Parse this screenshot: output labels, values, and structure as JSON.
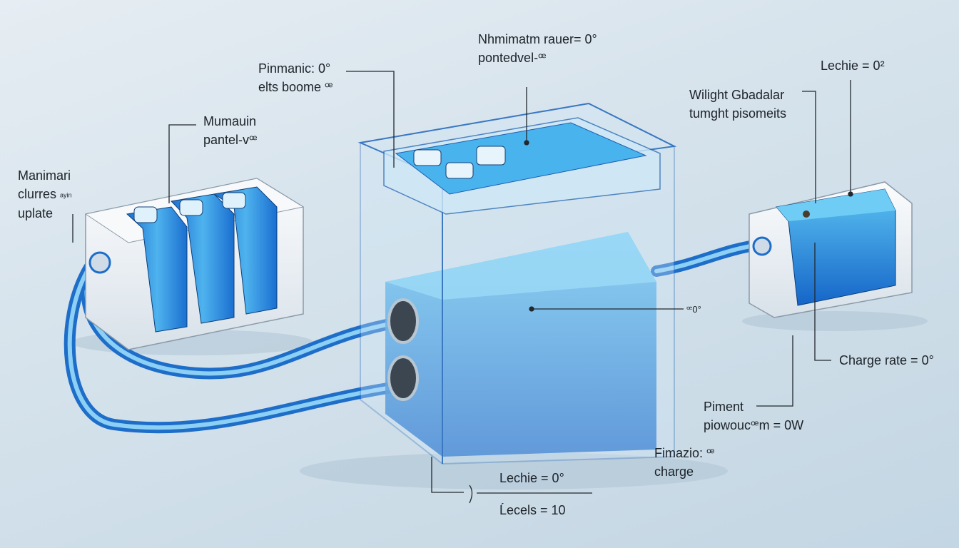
{
  "labels": {
    "top_center": {
      "line1": "Nhmimatm rauer= 0°",
      "line2": "pontedvel-ꟹ"
    },
    "top_left": {
      "line1": "Pinmanic: 0°",
      "line2": "elts boome ꟹ"
    },
    "left_module": {
      "line1": "Mumauin",
      "line2": "pantel-vꟹ"
    },
    "far_left": {
      "line1": "Manimari",
      "line2": "clurres",
      "line2_small": "ayin",
      "line3": "uplate"
    },
    "top_right": {
      "line1": "Lechie = 0²"
    },
    "right_upper": {
      "line1": "Wilight Gbadalar",
      "line2": "tumght pisomeits"
    },
    "water_level": {
      "line1": "ꟹ0°"
    },
    "charge_rate": {
      "line1": "Charge rate = 0°"
    },
    "piment": {
      "line1": "Piment",
      "line2": "piowoucꟹm = 0W"
    },
    "fimazio": {
      "line1": "Fimazio: ꟹ",
      "line2": "charge"
    },
    "bottom": {
      "line1": "Lechie = 0°",
      "line2": "Ĺecels = 10"
    }
  },
  "colors": {
    "water": "#2a8ee0",
    "water_dark": "#1565c8",
    "glass": "#9fc4e4",
    "module": "#f1f4f7"
  }
}
